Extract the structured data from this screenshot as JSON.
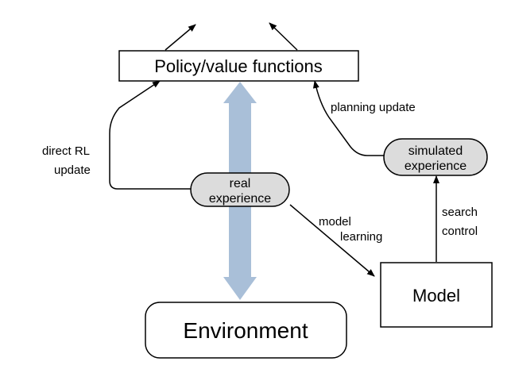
{
  "colors": {
    "stroke": "#000000",
    "big_arrow": "#a9bfd8",
    "pill_fill": "#dcdcdc",
    "background": "#ffffff"
  },
  "nodes": {
    "policy": "Policy/value functions",
    "environment": "Environment",
    "model": "Model",
    "real_experience": [
      "real",
      "experience"
    ],
    "simulated_experience": [
      "simulated",
      "experience"
    ]
  },
  "edges": {
    "direct_rl": [
      "direct RL",
      "update"
    ],
    "planning": "planning update",
    "model_learning": [
      "model",
      "learning"
    ],
    "search_control": [
      "search",
      "control"
    ]
  }
}
